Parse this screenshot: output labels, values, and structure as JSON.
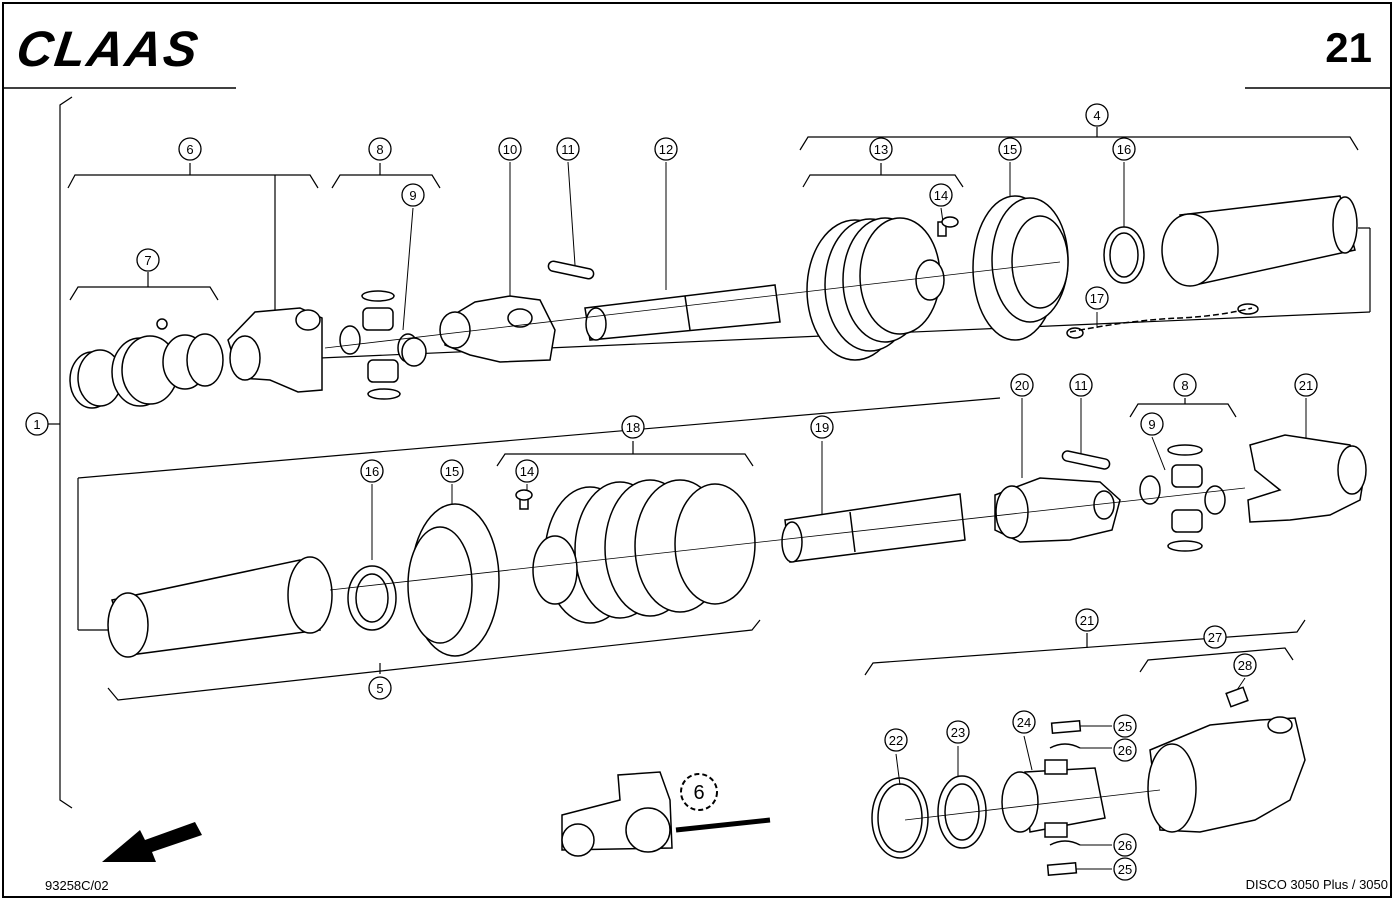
{
  "header": {
    "brand": "CLAAS",
    "page_number": "21"
  },
  "footer": {
    "drawing_code": "93258C/02",
    "model": "DISCO 3050 Plus / 3050"
  },
  "emblem": {
    "gear_label": "6"
  },
  "callouts": [
    {
      "id": "c1",
      "label": "1"
    },
    {
      "id": "c4",
      "label": "4"
    },
    {
      "id": "c5",
      "label": "5"
    },
    {
      "id": "c6",
      "label": "6"
    },
    {
      "id": "c7",
      "label": "7"
    },
    {
      "id": "c8a",
      "label": "8"
    },
    {
      "id": "c9a",
      "label": "9"
    },
    {
      "id": "c10",
      "label": "10"
    },
    {
      "id": "c11a",
      "label": "11"
    },
    {
      "id": "c12",
      "label": "12"
    },
    {
      "id": "c13",
      "label": "13"
    },
    {
      "id": "c14a",
      "label": "14"
    },
    {
      "id": "c15a",
      "label": "15"
    },
    {
      "id": "c16a",
      "label": "16"
    },
    {
      "id": "c17",
      "label": "17"
    },
    {
      "id": "c16b",
      "label": "16"
    },
    {
      "id": "c15b",
      "label": "15"
    },
    {
      "id": "c14b",
      "label": "14"
    },
    {
      "id": "c18",
      "label": "18"
    },
    {
      "id": "c19",
      "label": "19"
    },
    {
      "id": "c20",
      "label": "20"
    },
    {
      "id": "c11b",
      "label": "11"
    },
    {
      "id": "c8b",
      "label": "8"
    },
    {
      "id": "c9b",
      "label": "9"
    },
    {
      "id": "c21a",
      "label": "21"
    },
    {
      "id": "c21b",
      "label": "21"
    },
    {
      "id": "c27",
      "label": "27"
    },
    {
      "id": "c28",
      "label": "28"
    },
    {
      "id": "c22",
      "label": "22"
    },
    {
      "id": "c23",
      "label": "23"
    },
    {
      "id": "c24",
      "label": "24"
    },
    {
      "id": "c25a",
      "label": "25"
    },
    {
      "id": "c26a",
      "label": "26"
    },
    {
      "id": "c26b",
      "label": "26"
    },
    {
      "id": "c25b",
      "label": "25"
    }
  ]
}
